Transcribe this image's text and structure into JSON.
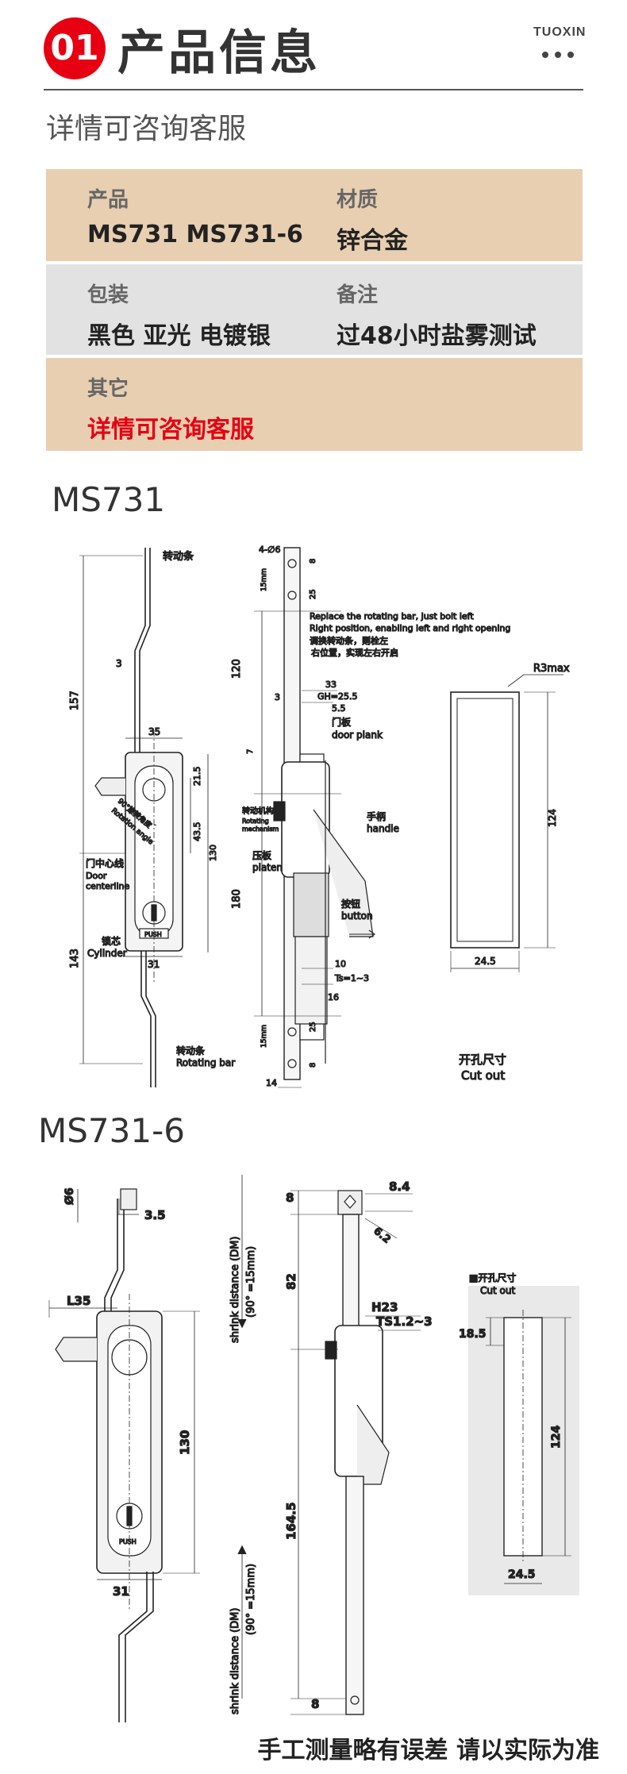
{
  "header": {
    "badge": "01",
    "title": "产品信息",
    "brand": "TUOXIN"
  },
  "subtitle": "详情可咨询客服",
  "info": {
    "rows": [
      {
        "left": {
          "label": "产品",
          "value": "MS731  MS731-6"
        },
        "right": {
          "label": "材质",
          "value": "锌合金"
        }
      },
      {
        "left": {
          "label": "包装",
          "value": "黑色 亚光 电镀银"
        },
        "right": {
          "label": "备注",
          "value": "过48小时盐雾测试"
        }
      },
      {
        "left": {
          "label": "其它",
          "value": "详情可咨询客服"
        }
      }
    ]
  },
  "ms731": {
    "title": "MS731",
    "labels": {
      "rotating_bar_top": "转动条",
      "rotating_bar_bottom_cn": "转动条",
      "rotating_bar_bottom_en": "Rotating bar",
      "rotation_angle_cn": "90°旋转角度",
      "rotation_angle_en": "Rotation angle",
      "door_center_cn": "门中心线",
      "door_center_en1": "Door",
      "door_center_en2": "centerline",
      "cylinder_cn": "锁芯",
      "cylinder_en": "Cylinder",
      "push": "PUSH",
      "note_en1": "Replace the rotating bar, just bolt left",
      "note_en2": "Right position, enabling left and right opening",
      "note_cn1": "调换转动条，则栓左",
      "note_cn2": "右位置，实现左右开启",
      "door_plank_cn": "门板",
      "door_plank_en": "door plank",
      "mechanism_cn": "转动机构",
      "mechanism_en1": "Rotating",
      "mechanism_en2": "mechanism",
      "handle_cn": "手柄",
      "handle_en": "handle",
      "platen_cn": "压板",
      "platen_en": "platen",
      "button_cn": "按钮",
      "button_en": "button",
      "cutout_cn": "开孔尺寸",
      "cutout_en": "Cut out",
      "r3max": "R3max"
    },
    "dims": {
      "d157": "157",
      "d143": "143",
      "d3": "3",
      "d35": "35",
      "d21_5": "21.5",
      "d43_5": "43.5",
      "d130": "130",
      "d31": "31",
      "holes": "4-∅6",
      "d8a": "8",
      "d25a": "25",
      "d15a": "15mm",
      "d120": "120",
      "d180": "180",
      "d33": "33",
      "gh": "GH=25.5",
      "d5_5": "5.5",
      "d3b": "3",
      "d7": "7",
      "d10": "10",
      "ts": "Ts=1~3",
      "d16": "16",
      "d25b": "25",
      "d8b": "8",
      "d15b": "15mm",
      "d14": "14",
      "d124": "124",
      "d24_5": "24.5"
    }
  },
  "ms731_6": {
    "title": "MS731-6",
    "labels": {
      "shrink_top": "shrink distance (DM)",
      "angle_top": "(90° =15mm)",
      "shrink_bottom": "shrink distance (DM)",
      "angle_bottom": "(90° =15mm)",
      "cutout_cn": "■开孔尺寸",
      "cutout_en": "Cut out",
      "push": "PUSH"
    },
    "dims": {
      "phi6": "Ø6",
      "d3_5": "3.5",
      "l35": "L35",
      "d130": "130",
      "d31": "31",
      "d8a": "8",
      "d8_4": "8.4",
      "d6_2": "6.2",
      "d82": "82",
      "h23": "H23",
      "ts": "TS1.2~3",
      "d164_5": "164.5",
      "d8b": "8",
      "d18_5": "18.5",
      "d124": "124",
      "d24_5": "24.5"
    }
  },
  "footer": "手工测量略有误差 请以实际为准"
}
